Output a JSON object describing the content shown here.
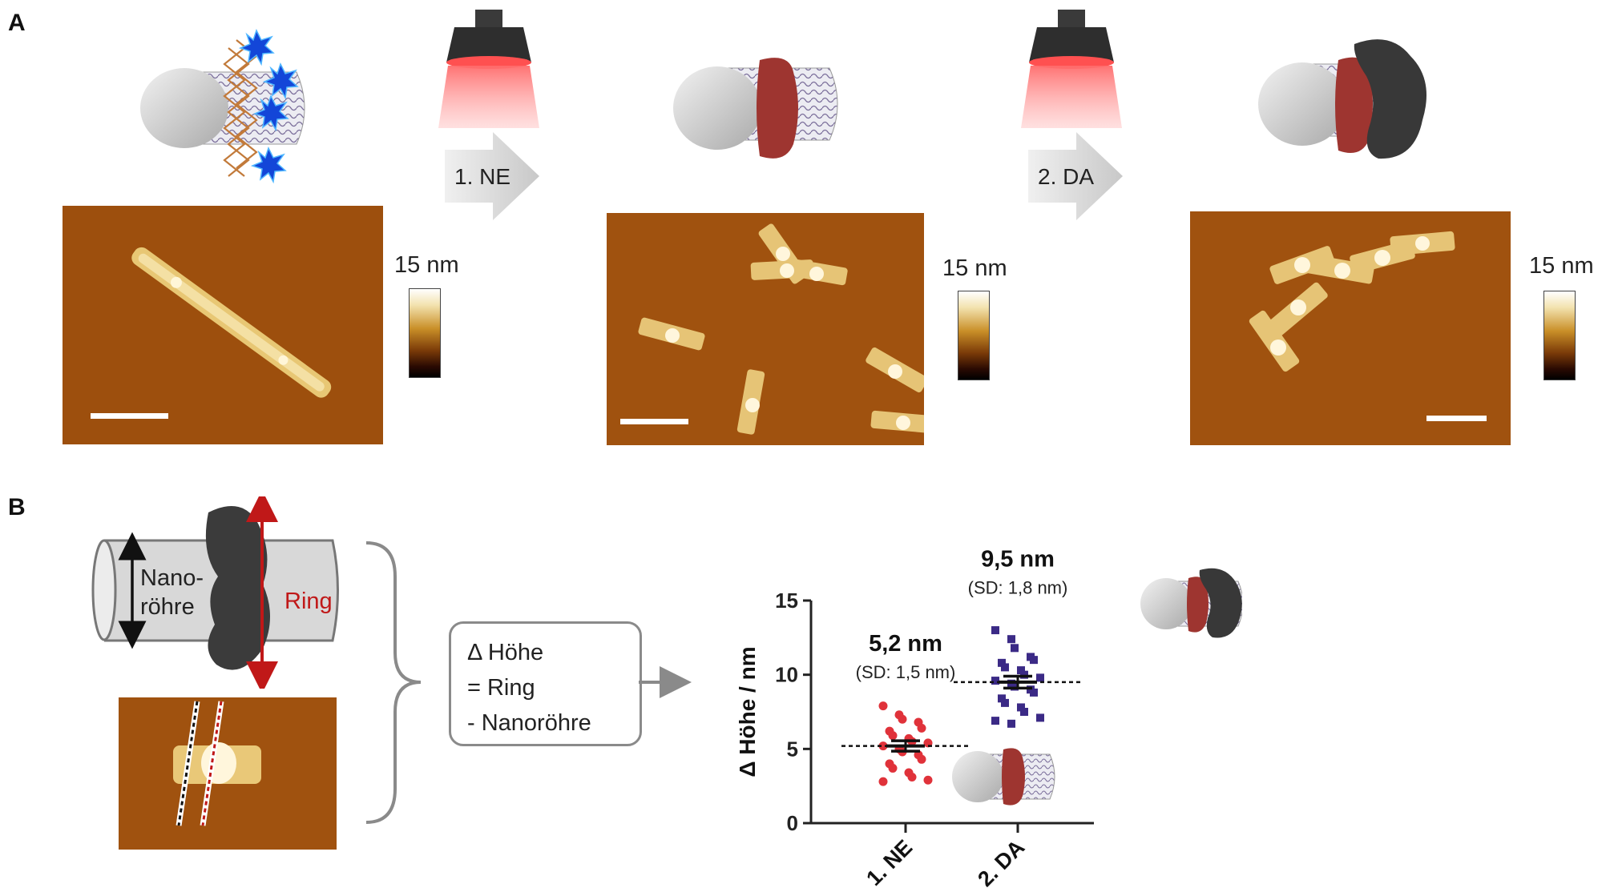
{
  "panel_a": {
    "letter": "A",
    "step1_label": "1. NE",
    "step2_label": "2. DA",
    "colorbar_label_1": "15 nm",
    "colorbar_label_2": "15 nm",
    "colorbar_label_3": "15 nm"
  },
  "panel_b": {
    "letter": "B",
    "nanotube_label_line1": "Nano-",
    "nanotube_label_line2": "röhre",
    "ring_label": "Ring",
    "equation_line1": "Δ Höhe",
    "equation_line2": "= Ring",
    "equation_line3": "- Nanoröhre"
  },
  "colors": {
    "afm_background": "#a0520f",
    "ring_red": "#c01818",
    "point_ne": "#e0323a",
    "point_da": "#3b2a86",
    "polymer_dark": "#3a3a3a",
    "tube_grey": "#cfcfcf"
  },
  "chart_data": {
    "type": "scatter",
    "ylabel": "Δ Höhe / nm",
    "xlabel": "",
    "ylim": [
      0,
      15
    ],
    "yticks": [
      0,
      5,
      10,
      15
    ],
    "categories": [
      "1. NE",
      "2. DA"
    ],
    "series": [
      {
        "category": "1. NE",
        "marker": "circle",
        "color": "#e0323a",
        "mean": 5.2,
        "mean_label": "5,2 nm",
        "sd_label": "(SD: 1,5 nm)",
        "sem": 0.35,
        "values": [
          7.9,
          7.3,
          7.0,
          6.8,
          6.4,
          6.2,
          5.9,
          5.7,
          5.5,
          5.4,
          5.2,
          5.0,
          4.8,
          4.6,
          4.3,
          4.0,
          3.7,
          3.4,
          3.1,
          2.9,
          2.8
        ]
      },
      {
        "category": "2. DA",
        "marker": "square",
        "color": "#3b2a86",
        "mean": 9.5,
        "mean_label": "9,5 nm",
        "sd_label": "(SD: 1,8 nm)",
        "sem": 0.4,
        "values": [
          13.0,
          12.4,
          11.8,
          11.2,
          11.0,
          10.8,
          10.5,
          10.3,
          10.0,
          9.8,
          9.6,
          9.4,
          9.2,
          9.0,
          8.8,
          8.4,
          8.1,
          7.8,
          7.5,
          7.1,
          6.9,
          6.7
        ]
      }
    ]
  }
}
